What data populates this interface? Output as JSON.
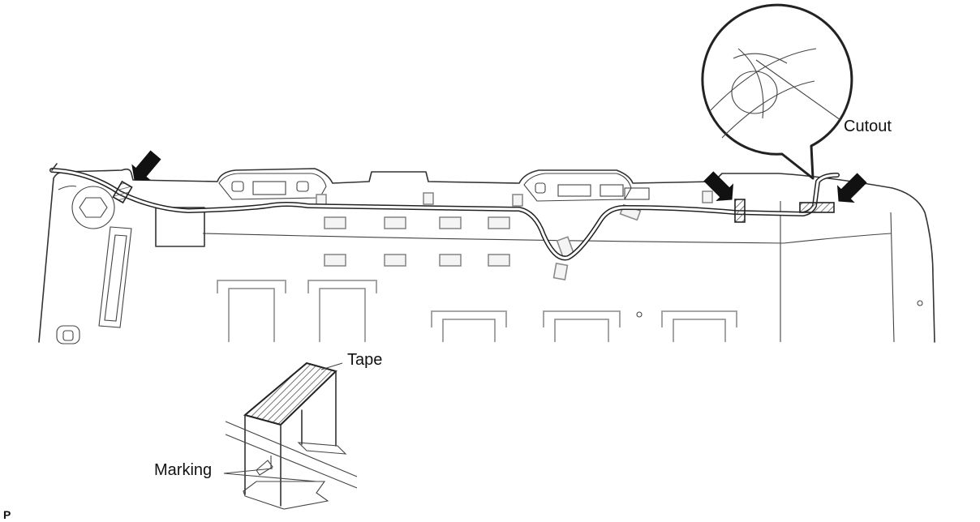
{
  "labels": {
    "cutout": "Cutout",
    "tape": "Tape",
    "marking": "Marking",
    "code": "P"
  },
  "colors": {
    "line": "#333333",
    "arrow": "#111111",
    "tape_hatch": "#555555"
  }
}
